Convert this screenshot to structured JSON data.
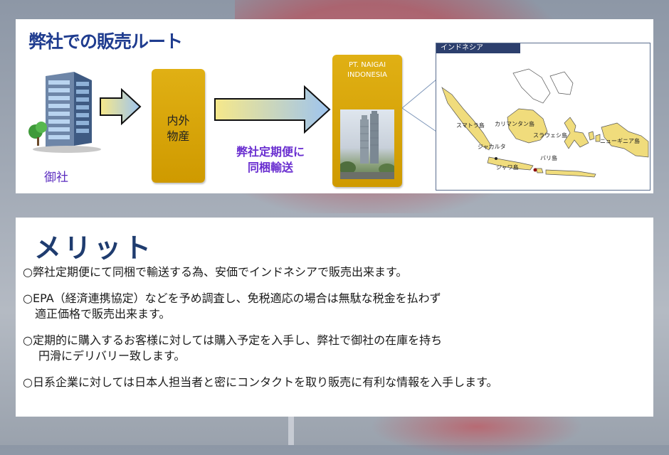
{
  "route": {
    "title": "弊社での販売ルート",
    "customer_label": "御社",
    "intermediary": {
      "line1": "内外",
      "line2": "物産"
    },
    "shipping": {
      "line1": "弊社定期便に",
      "line2": "同梱輸送"
    },
    "destination": {
      "line1": "PT. NAIGAI",
      "line2": "INDONESIA"
    },
    "map": {
      "header": "インドネシア",
      "labels": [
        "カリマンタン島",
        "スマトラ島",
        "スラウェシ島",
        "ニューギニア島",
        "ジャカルタ",
        "バリ島",
        "ジャワ島"
      ]
    }
  },
  "merit": {
    "title": "メリット",
    "items": [
      {
        "line1": "○弊社定期便にて同梱で輸送する為、安価でインドネシアで販売出来ます。",
        "line2": ""
      },
      {
        "line1": "○EPA（経済連携協定）などを予め調査し、免税適応の場合は無駄な税金を払わず",
        "line2": "適正価格で販売出来ます。"
      },
      {
        "line1": "○定期的に購入するお客様に対しては購入予定を入手し、弊社で御社の在庫を持ち",
        "line2": "円滑にデリバリー致します。"
      },
      {
        "line1": "○日系企業に対しては日本人担当者と密にコンタクトを取り販売に有利な情報を入手します。",
        "line2": ""
      }
    ]
  },
  "colors": {
    "title_blue": "#1f3c8f",
    "purple_text": "#6a2fd0",
    "gold_box": "#d4a107",
    "map_land": "#f0dc7c"
  }
}
